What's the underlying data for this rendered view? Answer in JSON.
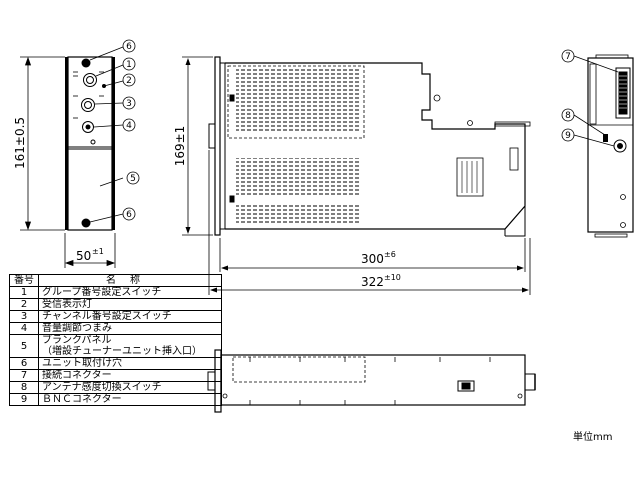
{
  "dimensions": {
    "height_front": "161",
    "height_front_tol": "±0.5",
    "width_front": "50",
    "width_front_tol": "±1",
    "height_side": "169",
    "height_side_tol": "±1",
    "depth_body": "300",
    "depth_body_tol": "±6",
    "depth_total": "322",
    "depth_total_tol": "±10"
  },
  "callouts": [
    "1",
    "2",
    "3",
    "4",
    "5",
    "6",
    "7",
    "8",
    "9"
  ],
  "parts_table": {
    "headers": {
      "no": "番号",
      "name": "名称"
    },
    "rows": [
      {
        "no": "1",
        "name": "グループ番号設定スイッチ"
      },
      {
        "no": "2",
        "name": "受信表示灯"
      },
      {
        "no": "3",
        "name": "チャンネル番号設定スイッチ"
      },
      {
        "no": "4",
        "name": "音量調節つまみ"
      },
      {
        "no": "5",
        "name": "ブランクパネル",
        "name2": "（増設チューナーユニット挿入口）"
      },
      {
        "no": "6",
        "name": "ユニット取付け穴"
      },
      {
        "no": "7",
        "name": "接続コネクター"
      },
      {
        "no": "8",
        "name": "アンテナ感度切換スイッチ"
      },
      {
        "no": "9",
        "name": "ＢＮＣコネクター"
      }
    ]
  },
  "unit_label": "単位mm"
}
